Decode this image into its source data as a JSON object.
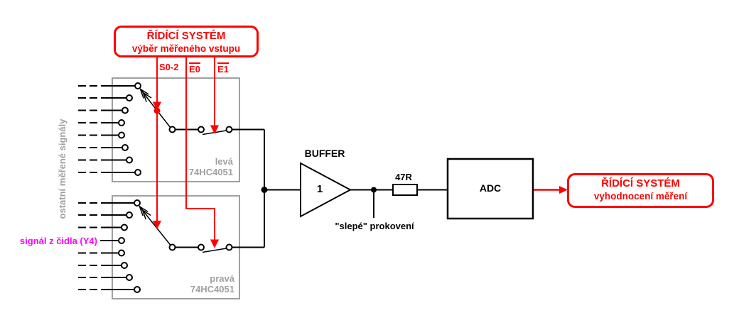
{
  "control_source": {
    "title": "ŘÍDÍCÍ SYSTÉM",
    "subtitle": "výběr měřeného vstupu"
  },
  "control_result": {
    "title": "ŘÍDÍCÍ SYSTÉM",
    "subtitle": "vyhodnocení měření"
  },
  "control_signals": {
    "select": "S0-2",
    "enable0": "E0",
    "enable1": "E1"
  },
  "mux_upper": {
    "position": "levá",
    "part": "74HC4051"
  },
  "mux_lower": {
    "position": "pravá",
    "part": "74HC4051"
  },
  "inputs": {
    "other_label": "ostatní měřené signály",
    "sensor_label": "signál z čidla (Y4)"
  },
  "buffer": {
    "title": "BUFFER",
    "gain": "1"
  },
  "resistor": {
    "value": "47R"
  },
  "adc": {
    "label": "ADC"
  },
  "notes": {
    "via": "\"slepé\" prokovení"
  },
  "colors": {
    "control": "#ff0000",
    "sensor": "#ff00ff",
    "mux": "#a0a0a0",
    "wire": "#000000",
    "background": "#ffffff"
  }
}
